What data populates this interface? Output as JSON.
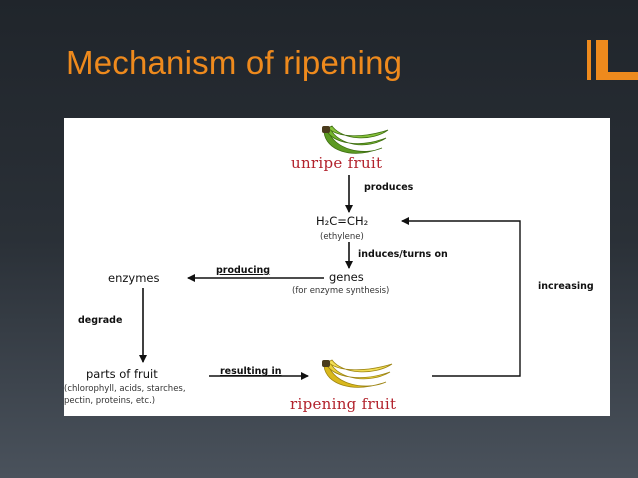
{
  "slide": {
    "title": "Mechanism of ripening"
  },
  "diagram": {
    "nodes": {
      "unripe": "unripe fruit",
      "ethylene_formula": "H₂C=CH₂",
      "ethylene_name": "(ethylene)",
      "genes": "genes",
      "genes_note": "(for enzyme synthesis)",
      "enzymes": "enzymes",
      "parts": "parts of fruit",
      "parts_note_1": "(chlorophyll, acids, starches,",
      "parts_note_2": "pectin, proteins, etc.)",
      "ripening": "ripening fruit"
    },
    "edges": {
      "produces": "produces",
      "induces": "induces/turns on",
      "producing": "producing",
      "degrade": "degrade",
      "resulting_in": "resulting in",
      "increasing": "increasing"
    },
    "colors": {
      "title_accent": "#ee8a1d",
      "fruit_label": "#b2222c",
      "unripe_banana": "#6fae2b",
      "ripe_banana": "#e3cc2a"
    },
    "icons": [
      "green-bananas-icon",
      "yellow-bananas-icon"
    ]
  }
}
